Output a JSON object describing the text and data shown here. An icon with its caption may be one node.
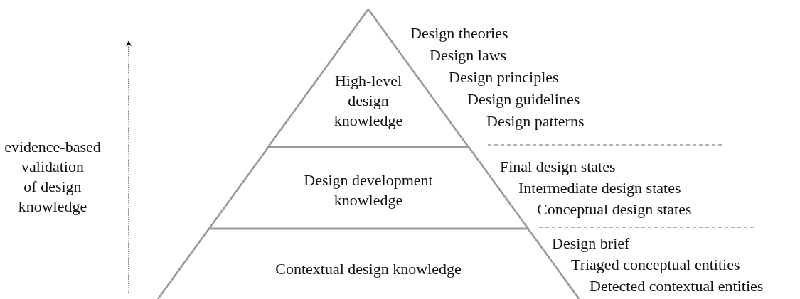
{
  "diagram": {
    "nodes": [
      {
        "text": [
          "High-level design knowledge"
        ],
        "beside": [
          "Design theories",
          "Design laws",
          "Design principles",
          "Design guidelines",
          "Design patterns"
        ]
      },
      {
        "text": [
          "Design development knowledge"
        ],
        "beside": [
          "Final design states",
          "Intermediate design states",
          "Conceptual design states"
        ]
      },
      {
        "text": [
          "Contextual design knowledge"
        ],
        "beside": [
          "Design brief",
          "Triaged conceptual entities",
          "Detected contextual entities"
        ]
      }
    ],
    "labels": [
      "evidence-based validation of design knowledge"
    ]
  }
}
